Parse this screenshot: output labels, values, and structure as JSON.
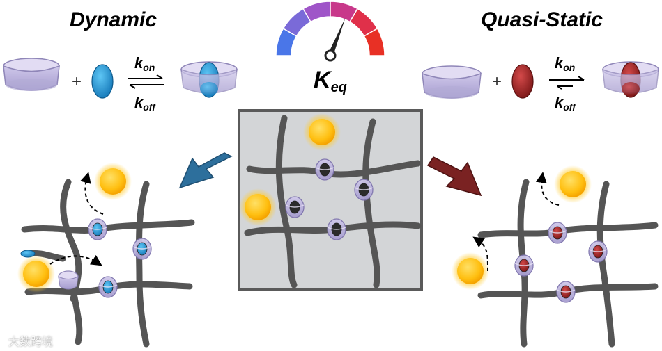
{
  "labels": {
    "dynamic": "Dynamic",
    "quasi_static": "Quasi-Static",
    "k_main": "K",
    "k_sub": "eq",
    "k_letter": "k",
    "on": "on",
    "off": "off",
    "plus": "+",
    "watermark": "大数跨境"
  },
  "colors": {
    "guest_dynamic": "#2a8fd0",
    "guest_static": "#a02424",
    "host_ring": "#b8b0d8",
    "polymer": "#555555",
    "particle": "#ffc21a",
    "panel_bg": "#d4d6d8",
    "arrow_dynamic": "#2d6f9c",
    "arrow_static": "#7a2222",
    "gauge": [
      "#4a76e8",
      "#7a6ad8",
      "#9f55c8",
      "#c8388a",
      "#e0304a",
      "#e83025"
    ]
  },
  "gauge": {
    "needle_level": 0.62
  }
}
